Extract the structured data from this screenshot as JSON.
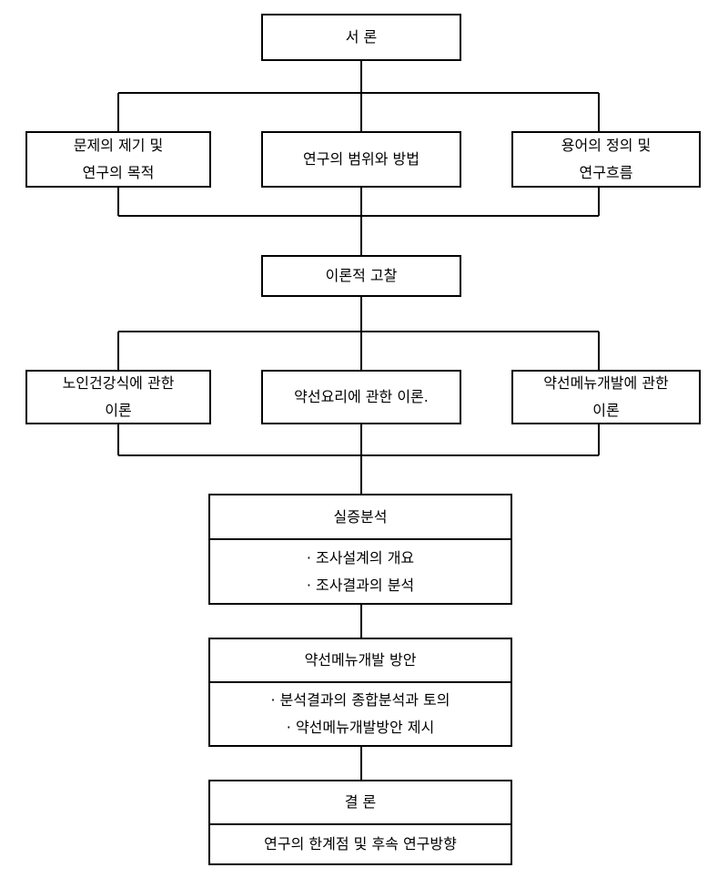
{
  "intro": {
    "title": "서 론"
  },
  "intro_children": [
    {
      "lines": [
        "문제의 제기 및",
        "연구의 목적"
      ]
    },
    {
      "lines": [
        "연구의 범위와 방법"
      ]
    },
    {
      "lines": [
        "용어의 정의 및",
        "연구흐름"
      ]
    }
  ],
  "theory": {
    "title": "이론적 고찰"
  },
  "theory_children": [
    {
      "lines": [
        "노인건강식에 관한",
        "이론"
      ]
    },
    {
      "lines": [
        "약선요리에 관한 이론."
      ]
    },
    {
      "lines": [
        "약선메뉴개발에 관한",
        "이론"
      ]
    }
  ],
  "analysis": {
    "title": "실증분석",
    "items": [
      "· 조사설계의 개요",
      "· 조사결과의 분석"
    ]
  },
  "plan": {
    "title": "약선메뉴개발 방안",
    "items": [
      "· 분석결과의 종합분석과 토의",
      "· 약선메뉴개발방안 제시"
    ]
  },
  "conclusion": {
    "title": "결 론",
    "items": [
      "연구의 한계점 및 후속 연구방향"
    ]
  }
}
